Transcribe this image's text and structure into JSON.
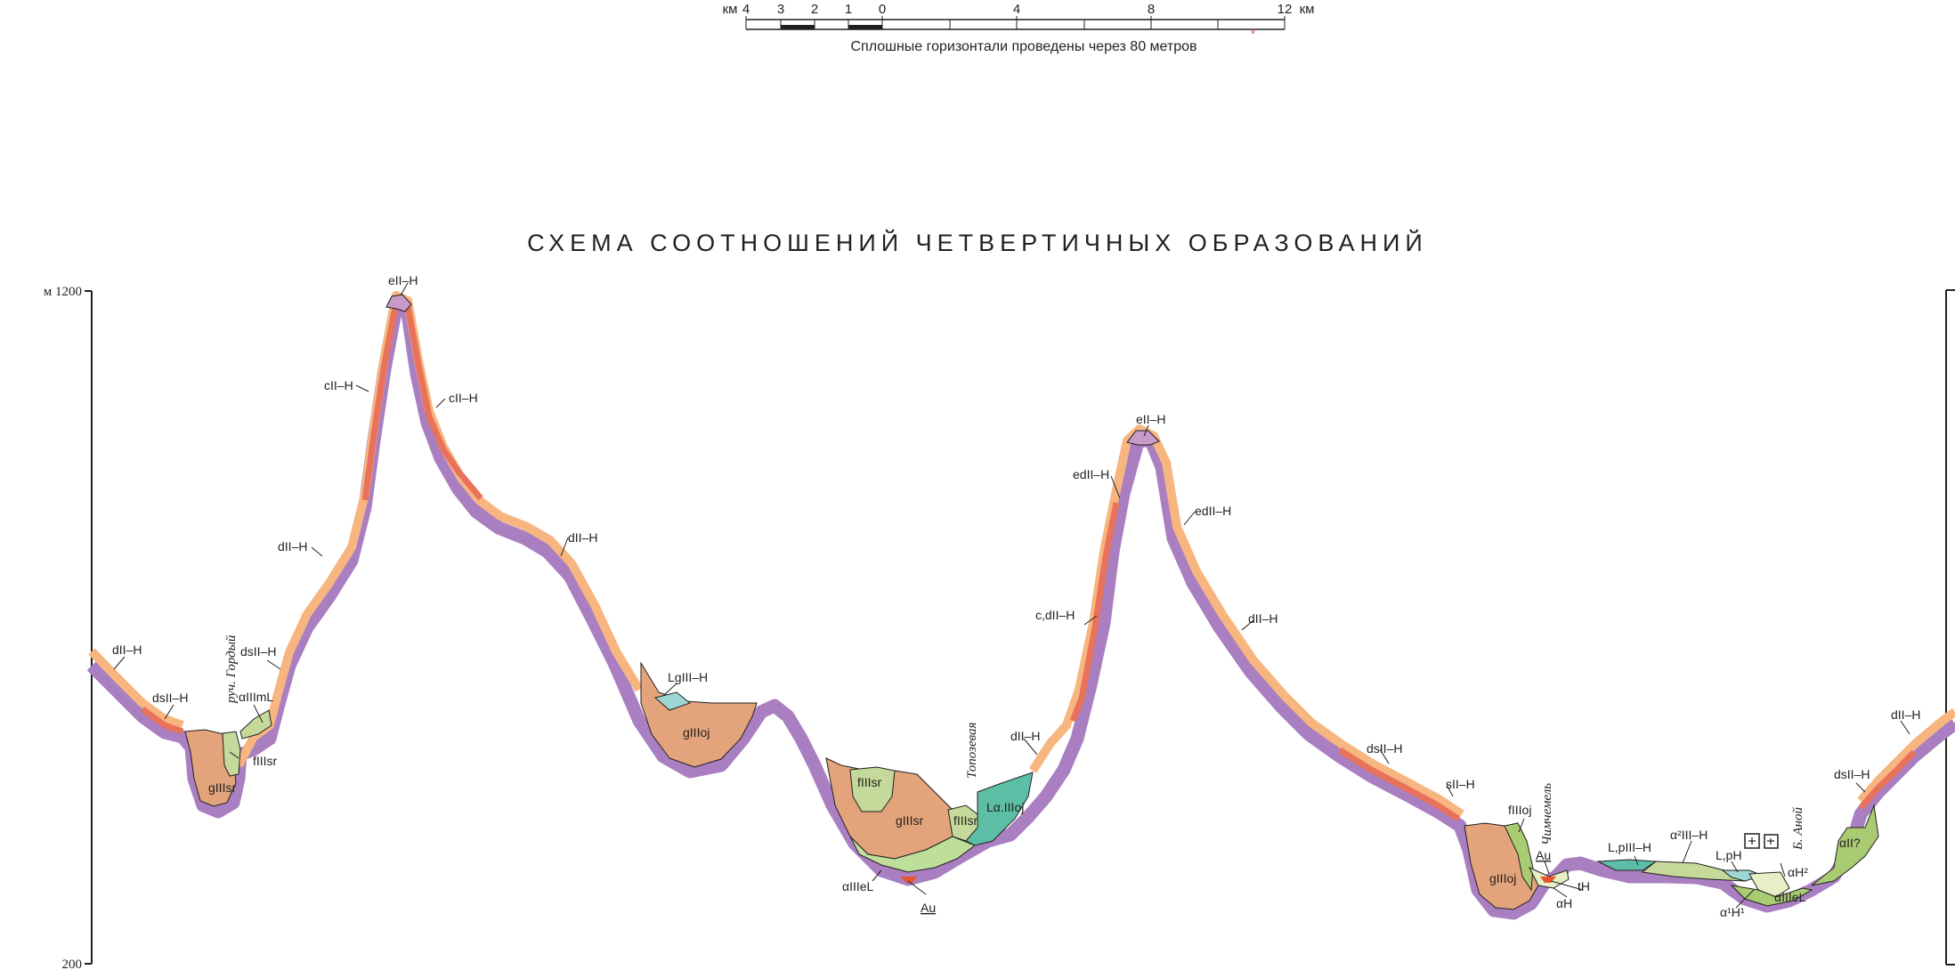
{
  "scale": {
    "unit_left": "км",
    "unit_right": "км",
    "ticks": [
      "4",
      "3",
      "2",
      "1",
      "0",
      "4",
      "8",
      "12"
    ],
    "caption": "Сплошные горизонтали проведены через 80 метров"
  },
  "title": "СХЕМА СООТНОШЕНИЙ ЧЕТВЕРТИЧНЫХ ОБРАЗОВАНИЙ",
  "axis": {
    "top_label": "м 1200",
    "bottom_label": "200"
  },
  "rivers": {
    "gordy": "руч. Гордый",
    "toposeva": "Топозевая",
    "chimchemel": "Чимчемель",
    "anoy": "Б. Аной"
  },
  "labels": {
    "dII_H_1": "dII–H",
    "dsII_H_1": "dsII–H",
    "gIIIsr_1": "gIIIsr",
    "fIIIsr_1": "fIIIsr",
    "dsII_H_2": "dsII–H",
    "aIIImL": "αIIImL",
    "dII_H_2": "dII–H",
    "cII_H_1": "cII–H",
    "eII_H_1": "eII–H",
    "cII_H_2": "cII–H",
    "dII_H_3": "dII–H",
    "LgIII_H": "LgIII–H",
    "gIIIoj_1": "gIIIoj",
    "fIIIsr_2": "fIIIsr",
    "gIIIsr_2": "gIIIsr",
    "fIIIsr_3": "fIIIsr",
    "LaIIIoj": "Lα.IIIoj",
    "aIIIeL_1": "αIIIeL",
    "Au_1": "Au",
    "dII_H_4": "dII–H",
    "c_dII_H": "c,dII–H",
    "edII_H_1": "edII–H",
    "eII_H_2": "eII–H",
    "edII_H_2": "edII–H",
    "dII_H_5": "dII–H",
    "dsII_H_3": "dsII–H",
    "sII_H": "sII–H",
    "fIIIoj": "fIIIoj",
    "gIIIoj_2": "gIIIoj",
    "Au_2": "Au",
    "tH": "tH",
    "aH": "αH",
    "L_pIII_H": "L,pIII–H",
    "a2III_H": "α²III–H",
    "L_pH": "L,pH",
    "a1H1": "α¹H¹",
    "aH2": "αH²",
    "aIIIeL_2": "αIIIeL",
    "dsII_H_4": "dsII–H",
    "aII": "αII?",
    "dII_H_6": "dII–H"
  },
  "colors": {
    "purple_base": "#a97fc1",
    "eluvium_pink": "#c79ac9",
    "colluvium_red": "#e8725a",
    "deluvium_orange": "#f7b580",
    "glacial": "#e3a47b",
    "fluvioglacial": "#c5d99a",
    "alluvium": "#bddf9a",
    "lacustrine_teal": "#5cbfa5",
    "lake_blue": "#9ed6d4",
    "gold": "#e8552b"
  },
  "legend_icons": [
    "cross-in-square-icon",
    "cross-in-square-icon"
  ]
}
